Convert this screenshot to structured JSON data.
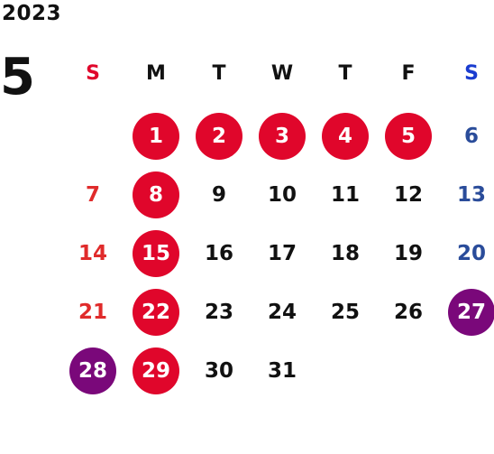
{
  "year": "2023",
  "month": "5",
  "colors": {
    "sunday_text": "#e02b2b",
    "saturday_text": "#2a4c9a",
    "weekday_text": "#111111",
    "sunday_header": "#e0062b",
    "saturday_header": "#1a3cd0",
    "holiday_red": "#e0062b",
    "holiday_purple": "#7a087a"
  },
  "weekdays": [
    "S",
    "M",
    "T",
    "W",
    "T",
    "F",
    "S"
  ],
  "weeks": [
    [
      null,
      {
        "d": "1",
        "mark": "red"
      },
      {
        "d": "2",
        "mark": "red"
      },
      {
        "d": "3",
        "mark": "red"
      },
      {
        "d": "4",
        "mark": "red"
      },
      {
        "d": "5",
        "mark": "red"
      },
      {
        "d": "6"
      }
    ],
    [
      {
        "d": "7"
      },
      {
        "d": "8",
        "mark": "red"
      },
      {
        "d": "9"
      },
      {
        "d": "10"
      },
      {
        "d": "11"
      },
      {
        "d": "12"
      },
      {
        "d": "13"
      }
    ],
    [
      {
        "d": "14"
      },
      {
        "d": "15",
        "mark": "red"
      },
      {
        "d": "16"
      },
      {
        "d": "17"
      },
      {
        "d": "18"
      },
      {
        "d": "19"
      },
      {
        "d": "20"
      }
    ],
    [
      {
        "d": "21"
      },
      {
        "d": "22",
        "mark": "red"
      },
      {
        "d": "23"
      },
      {
        "d": "24"
      },
      {
        "d": "25"
      },
      {
        "d": "26"
      },
      {
        "d": "27",
        "mark": "purple"
      }
    ],
    [
      {
        "d": "28",
        "mark": "purple"
      },
      {
        "d": "29",
        "mark": "red"
      },
      {
        "d": "30"
      },
      {
        "d": "31"
      },
      null,
      null,
      null
    ]
  ]
}
